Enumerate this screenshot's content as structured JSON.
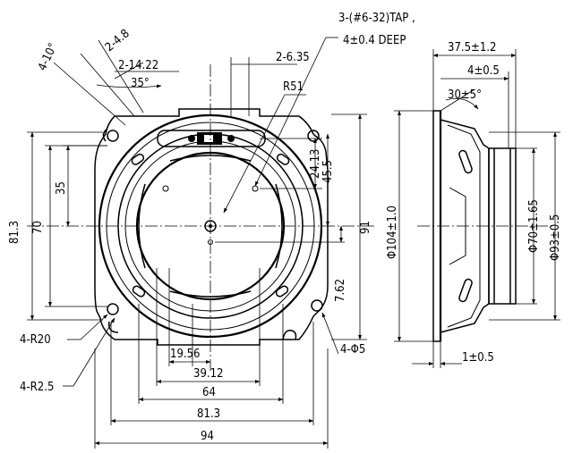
{
  "note": {
    "line1": "3-(#6-32)TAP ,",
    "line2": "4±0.4  DEEP"
  },
  "front": {
    "angle_4_10": "4-10°",
    "dim_2_4_8": "2-4.8",
    "dim_2_14_22": "2-14.22",
    "angle_35": "35°",
    "dim_2_6_35": "2-6.35",
    "r51": "R51",
    "dim_24_13": "24.13",
    "dim_45_5": "45.5",
    "dim_91": "91",
    "dim_7_62": "7.62",
    "dim_35": "35",
    "dim_70": "70",
    "dim_81_3_v": "81.3",
    "r20": "4-R20",
    "r2_5": "4-R2.5",
    "hole5": "4-Φ5",
    "dim_19_56": "19.56",
    "dim_39_12": "39.12",
    "dim_64": "64",
    "dim_81_3_h": "81.3",
    "dim_94": "94"
  },
  "side": {
    "depth": "37.5±1.2",
    "flange": "4±0.5",
    "angle": "30±5°",
    "d104": "Φ104±1.0",
    "d70": "Φ70±1.65",
    "d93": "Φ93±0.5",
    "thick": "1±0.5"
  }
}
